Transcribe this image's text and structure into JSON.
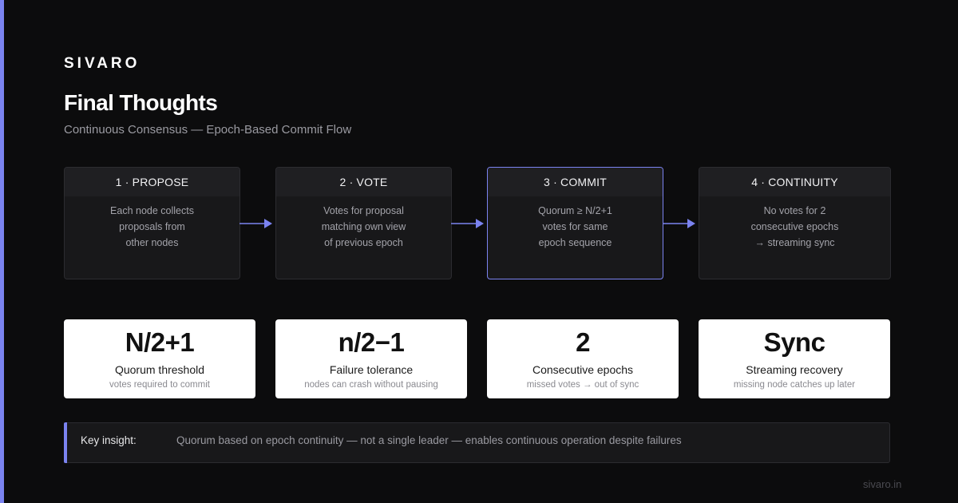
{
  "brand": "SIVARO",
  "title": "Final Thoughts",
  "subtitle": "Continuous Consensus — Epoch-Based Commit Flow",
  "accent_color": "#7b83f0",
  "steps": [
    {
      "heading": "1 · PROPOSE",
      "lines": [
        "Each node collects",
        "proposals from",
        "other nodes"
      ]
    },
    {
      "heading": "2 · VOTE",
      "lines": [
        "Votes for proposal",
        "matching own view",
        "of previous epoch"
      ]
    },
    {
      "heading": "3 · COMMIT",
      "lines": [
        "Quorum ≥ N/2+1",
        "votes for same",
        "epoch sequence"
      ]
    },
    {
      "heading": "4 · CONTINUITY",
      "lines": [
        "No votes for 2",
        "consecutive epochs",
        "→ streaming sync"
      ]
    }
  ],
  "stats": [
    {
      "value": "N/2+1",
      "label": "Quorum threshold",
      "sub": "votes required to commit"
    },
    {
      "value": "n/2−1",
      "label": "Failure tolerance",
      "sub": "nodes can crash without pausing"
    },
    {
      "value": "2",
      "label": "Consecutive epochs",
      "sub": "missed votes → out of sync"
    },
    {
      "value": "Sync",
      "label": "Streaming recovery",
      "sub": "missing node catches up later"
    }
  ],
  "insight": {
    "label": "Key insight:",
    "text": "Quorum based on epoch continuity — not a single leader — enables continuous operation despite failures"
  },
  "footer": "sivaro.in"
}
